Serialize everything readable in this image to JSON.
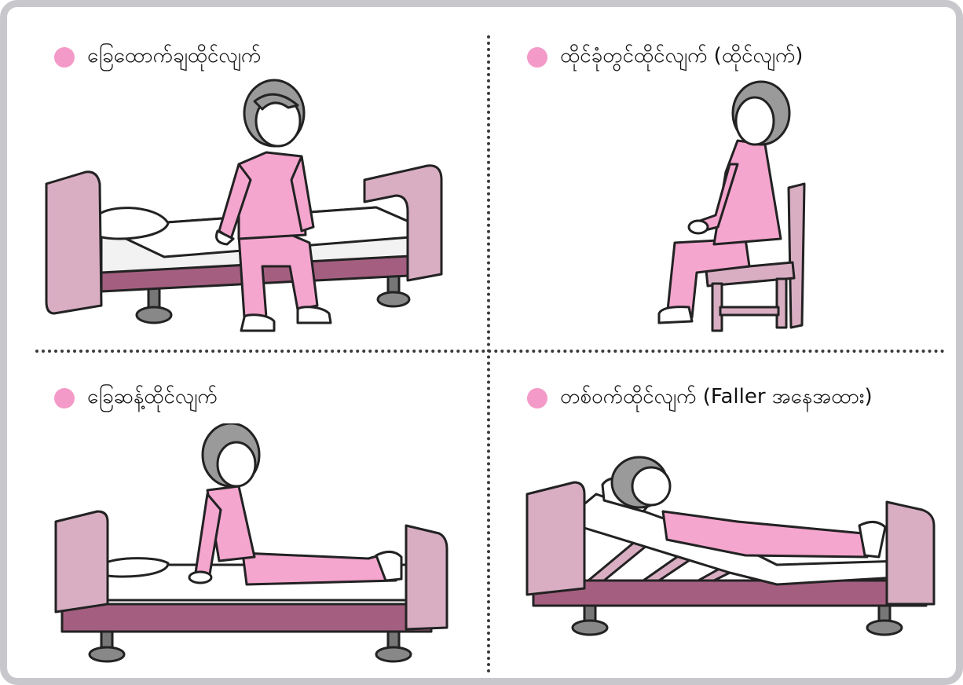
{
  "colors": {
    "accent_dot": "#f49ac8",
    "clothing": "#f4a6cf",
    "bed_frame": "#d9aec3",
    "bed_base": "#a45f80",
    "hair": "#9a9a9a",
    "divider": "#3a3a3a",
    "border": "#c8c8cc"
  },
  "panels": [
    {
      "caption": "ခြေထောက်ချထိုင်လျက်",
      "icon": "pink-dot-bullet",
      "figure": "person-sitting-on-bed-edge-feet-down"
    },
    {
      "caption": "ထိုင်ခုံတွင်ထိုင်လျက် (ထိုင်လျက်)",
      "icon": "pink-dot-bullet",
      "figure": "person-sitting-on-chair"
    },
    {
      "caption": "ခြေဆန့်ထိုင်လျက်",
      "icon": "pink-dot-bullet",
      "figure": "person-sitting-on-bed-legs-stretched"
    },
    {
      "caption": "တစ်ဝက်ထိုင်လျက် (Faller အနေအထား)",
      "icon": "pink-dot-bullet",
      "figure": "person-semi-reclined-on-adjustable-bed"
    }
  ]
}
